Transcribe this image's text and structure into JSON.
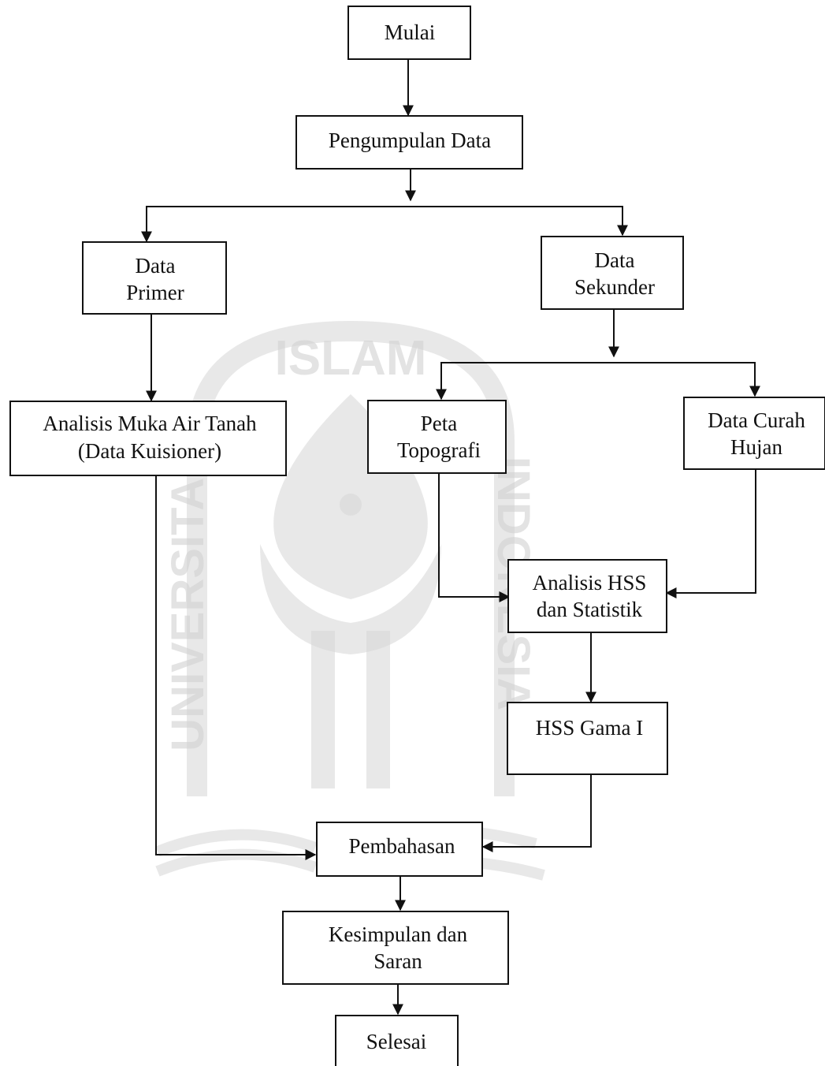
{
  "watermark": {
    "top_text": "ISLAM",
    "left_text": "UNIVERSITAS",
    "right_text": "INDONESIA",
    "color": "#d6d6d6"
  },
  "nodes": {
    "mulai": [
      "Mulai"
    ],
    "pengumpulan_data": [
      "Pengumpulan Data"
    ],
    "data_primer": [
      "Data",
      "Primer"
    ],
    "data_sekunder": [
      "Data",
      "Sekunder"
    ],
    "analisis_muka_air_tanah": [
      "Analisis Muka Air Tanah",
      "(Data Kuisioner)"
    ],
    "peta_topografi": [
      "Peta",
      "Topografi"
    ],
    "data_curah_hujan": [
      "Data Curah",
      "Hujan"
    ],
    "analisis_hss": [
      "Analisis HSS",
      "dan Statistik"
    ],
    "hss_gama": [
      "HSS Gama I"
    ],
    "pembahasan": [
      "Pembahasan"
    ],
    "kesimpulan": [
      "Kesimpulan dan",
      "Saran"
    ],
    "selesai": [
      "Selesai"
    ]
  }
}
